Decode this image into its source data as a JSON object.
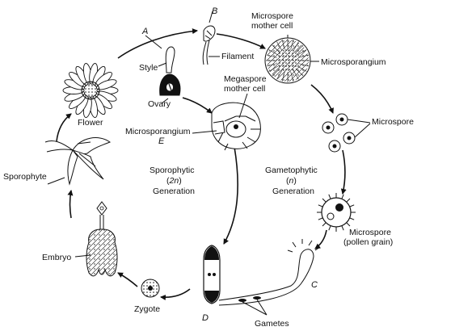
{
  "labels": {
    "a": "A",
    "b": "B",
    "c": "C",
    "d": "D",
    "e": "E",
    "n": "n",
    "two_n": "2n",
    "style": "Style",
    "filament": "Filament",
    "ovary": "Ovary",
    "flower": "Flower",
    "sporophyte": "Sporophyte",
    "embryo": "Embryo",
    "zygote": "Zygote",
    "gametes": "Gametes",
    "microspore_mother_cell_1": "Microspore",
    "microspore_mother_cell_2": "mother cell",
    "microsporangium_top": "Microsporangium",
    "megaspore_mother_cell_1": "Megaspore",
    "megaspore_mother_cell_2": "mother cell",
    "microsporangium_mid": "Microsporangium",
    "microspore": "Microspore",
    "pollen_1": "Microspore",
    "pollen_2": "(pollen grain)",
    "sporophytic_1": "Sporophytic",
    "sporophytic_3": "Generation",
    "gametophytic_1": "Gametophytic",
    "gametophytic_3": "Generation"
  }
}
